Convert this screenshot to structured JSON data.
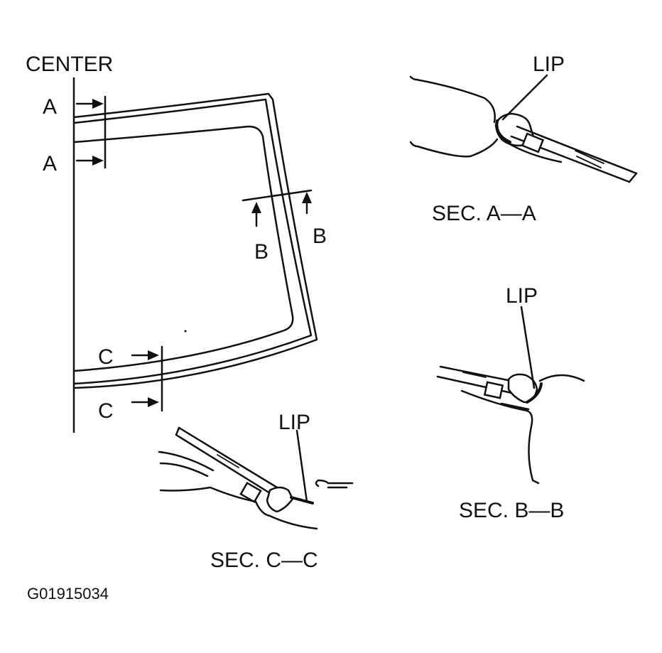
{
  "figure_code": "G01915034",
  "main_view": {
    "center_label": "CENTER",
    "marker_a_top": "A",
    "marker_a_bottom": "A",
    "marker_b_left": "B",
    "marker_b_right": "B",
    "marker_c_top": "C",
    "marker_c_bottom": "C"
  },
  "section_a": {
    "caption": "SEC. A—A",
    "lip_label": "LIP"
  },
  "section_b": {
    "caption": "SEC. B—B",
    "lip_label": "LIP"
  },
  "section_c": {
    "caption": "SEC. C—C",
    "lip_label": "LIP"
  }
}
